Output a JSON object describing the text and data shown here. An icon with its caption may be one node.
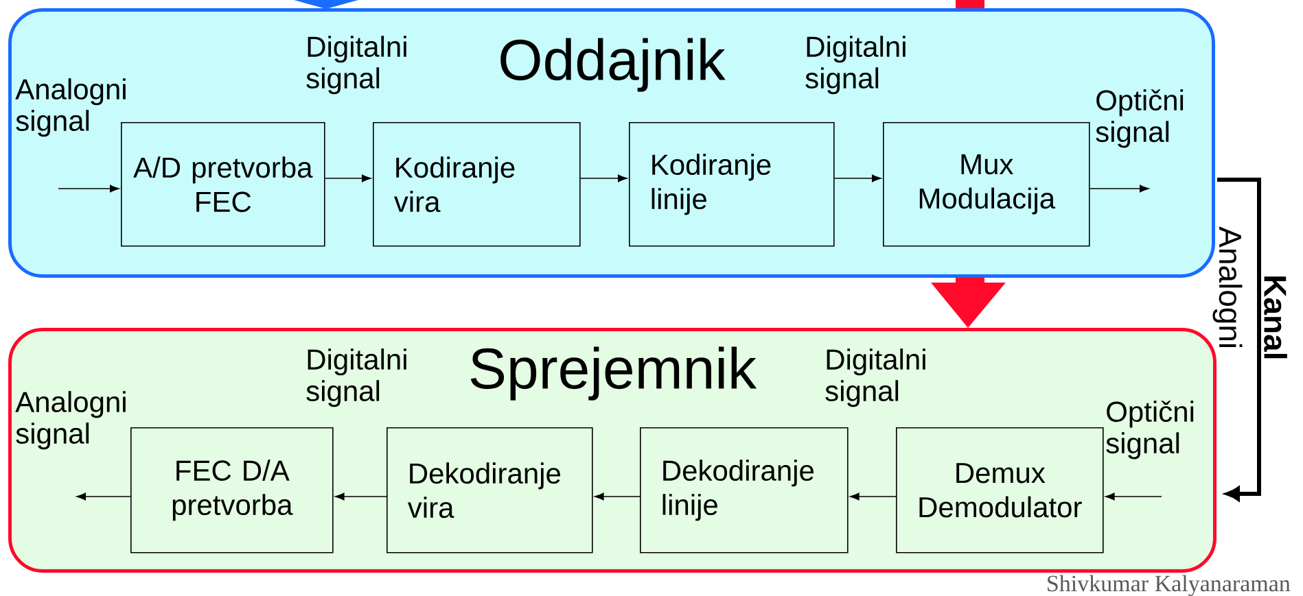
{
  "diagram": {
    "nodes": [
      {
        "text": [
          "Oddajnik"
        ]
      },
      {
        "text": [
          "A/D pretvorba FEC"
        ],
        "in": 0
      },
      {
        "text": [
          "Kodiranje vira"
        ],
        "in": 0
      },
      {
        "text": [
          "Kodiranje linije"
        ],
        "in": 0
      },
      {
        "text": [
          "Mux Modulacija"
        ],
        "in": 0
      },
      {
        "text": [
          "Sprejemnik"
        ]
      },
      {
        "text": [
          "FEC D/A pretvorba"
        ],
        "in": 5
      },
      {
        "text": [
          "Dekodiranje vira"
        ],
        "in": 5
      },
      {
        "text": [
          "Dekodiranje linije"
        ],
        "in": 5
      },
      {
        "text": [
          "Demux Demodulator"
        ],
        "in": 5
      }
    ],
    "edges": [
      {
        "from": null,
        "to": 1,
        "arrow": "to",
        "label": "Analogni signal"
      },
      {
        "from": 1,
        "to": 2,
        "arrow": "to",
        "label": "Digitalni signal"
      },
      {
        "from": 2,
        "to": 3,
        "arrow": "to"
      },
      {
        "from": 3,
        "to": 4,
        "arrow": "to",
        "label": "Digitalni signal"
      },
      {
        "from": 4,
        "to": null,
        "arrow": "to",
        "label": "Optični signal"
      },
      {
        "from": 0,
        "to": 5,
        "arrow": "to",
        "style": "thick",
        "color": "#ff0a2a"
      },
      {
        "from": 0,
        "to": 5,
        "arrow": "to",
        "style": "thick",
        "label": "Kanal"
      },
      {
        "from": null,
        "to": 9,
        "arrow": "to",
        "label": "Optični signal"
      },
      {
        "from": 9,
        "to": 8,
        "arrow": "to",
        "label": "Digitalni signal"
      },
      {
        "from": 8,
        "to": 7,
        "arrow": "to"
      },
      {
        "from": 7,
        "to": 6,
        "arrow": "to",
        "label": "Digitalni signal"
      },
      {
        "from": 6,
        "to": null,
        "arrow": "to",
        "label": "Analogni signal"
      }
    ],
    "labels": [
      "Analogni",
      "Shivkumar Kalyanaraman"
    ]
  }
}
